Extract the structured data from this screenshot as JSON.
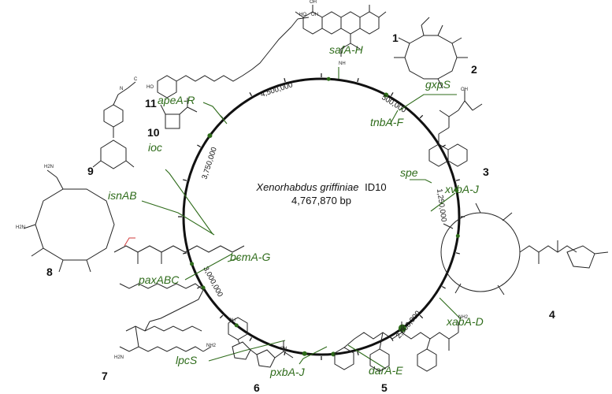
{
  "genome": {
    "organism": "Xenorhabdus griffiniae",
    "strain": "ID10",
    "size": "4,767,870 bp"
  },
  "positions": [
    "500,000",
    "1,250,000",
    "2,000,000",
    "3,000,000",
    "3,750,000",
    "4,500,000"
  ],
  "clusters": [
    {
      "id": "safA-H",
      "number": "1"
    },
    {
      "id": "gxpS",
      "number": "2"
    },
    {
      "id": "tnbA-F",
      "number": ""
    },
    {
      "id": "spe",
      "number": ""
    },
    {
      "id": "xvbA-J",
      "number": "3"
    },
    {
      "id": "xabA-D",
      "number": "4"
    },
    {
      "id": "darA-E",
      "number": "5"
    },
    {
      "id": "pxbA-J",
      "number": "6"
    },
    {
      "id": "lpcS",
      "number": "7"
    },
    {
      "id": "bcmA-G",
      "number": ""
    },
    {
      "id": "paxABC",
      "number": "8"
    },
    {
      "id": "isnAB",
      "number": "9"
    },
    {
      "id": "ioc",
      "number": "10"
    },
    {
      "id": "apeA-R",
      "number": "11"
    }
  ],
  "colors": {
    "accent": "#2e6b1a",
    "ring": "#111111"
  }
}
